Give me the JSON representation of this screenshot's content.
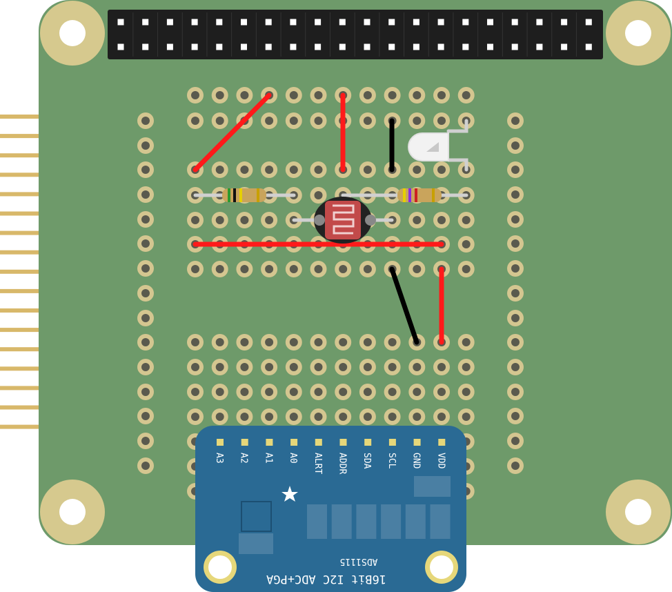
{
  "colors": {
    "board": "#6e9a6a",
    "board_edge": "#5f8a5c",
    "pad_ring": "#d4c690",
    "pad_hole": "#5a5a4e",
    "mount_ring": "#d6c98e",
    "header_body": "#1e1e1e",
    "header_pin": "#ffffff",
    "side_pin": "#d8b86a",
    "wire_red": "#ff1a1a",
    "wire_black": "#000000",
    "lead": "#d0d0d0",
    "adc_board": "#2a6a94",
    "adc_pad": "#e6d77a",
    "adc_text": "#ffffff",
    "adc_silk": "#4a7fa3"
  },
  "adc_module": {
    "pin_labels": [
      "A3",
      "A2",
      "A1",
      "A0",
      "ALRT",
      "ADDR",
      "SDA",
      "SCL",
      "GND",
      "VDD"
    ],
    "chip_line1": "ADS1115",
    "chip_line2": "16Bit I2C ADC+PGA",
    "logo_icon": "adafruit-flower-icon"
  },
  "components": {
    "resistor_1": "resistor",
    "resistor_2": "resistor",
    "photocell": "photoresistor",
    "led": "led"
  }
}
